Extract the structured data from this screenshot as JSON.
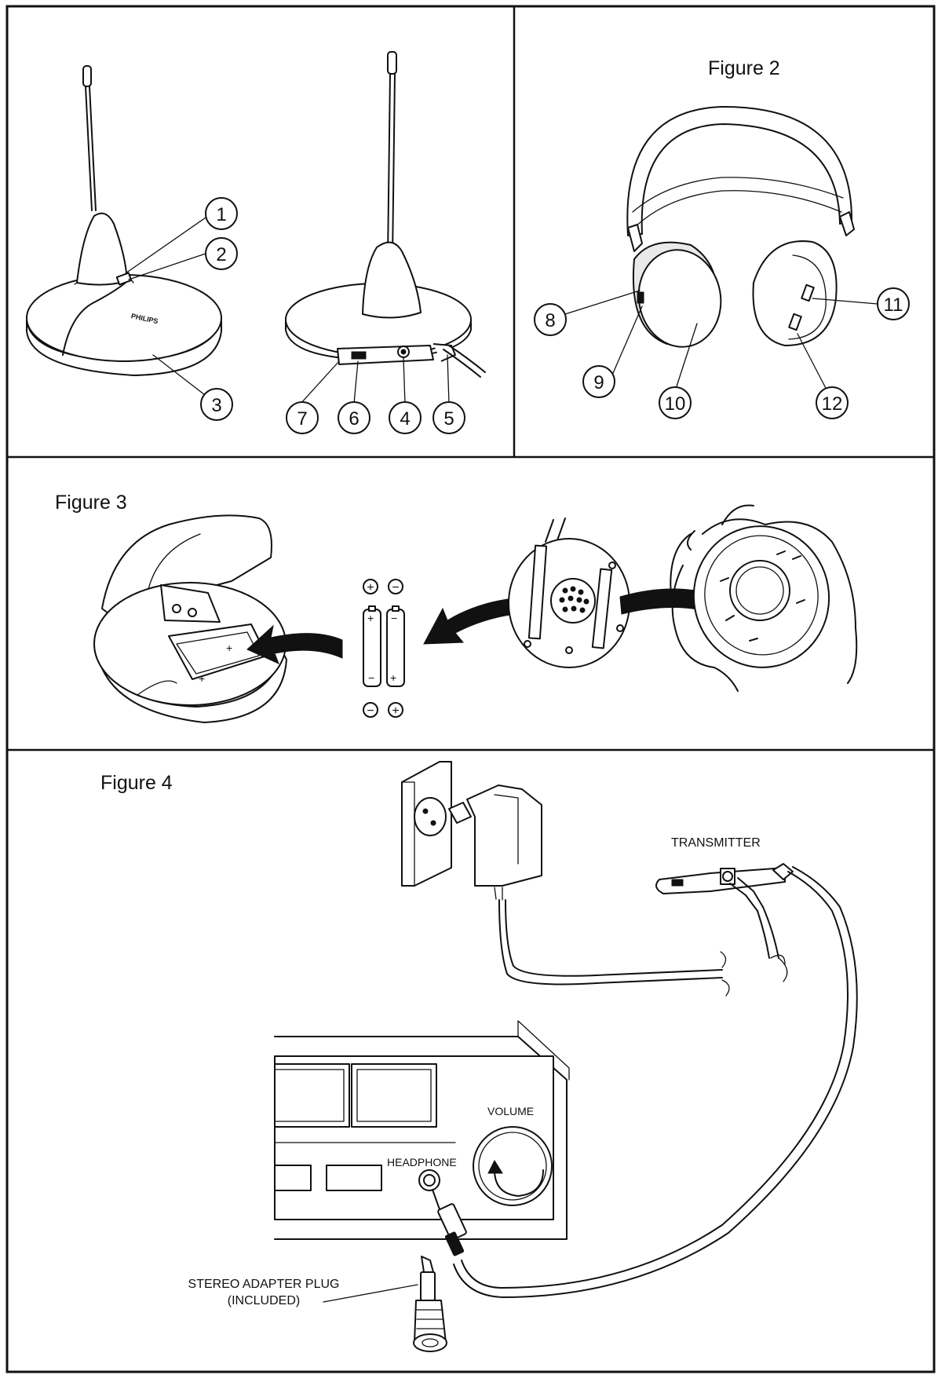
{
  "figures": {
    "figure2_title": "Figure 2",
    "figure3_title": "Figure 3",
    "figure4_title": "Figure 4"
  },
  "figure1": {
    "transmitter_brand": "PHILIPS",
    "callouts": [
      "1",
      "2",
      "3",
      "4",
      "5",
      "6",
      "7"
    ]
  },
  "figure2": {
    "callouts": [
      "8",
      "9",
      "10",
      "11",
      "12"
    ]
  },
  "figure3": {
    "battery_symbols": [
      "+",
      "−"
    ]
  },
  "figure4": {
    "transmitter_label": "TRANSMITTER",
    "volume_label": "VOLUME",
    "headphone_label": "HEADPHONE",
    "adapter_label_line1": "STEREO ADAPTER PLUG",
    "adapter_label_line2": "(INCLUDED)"
  }
}
